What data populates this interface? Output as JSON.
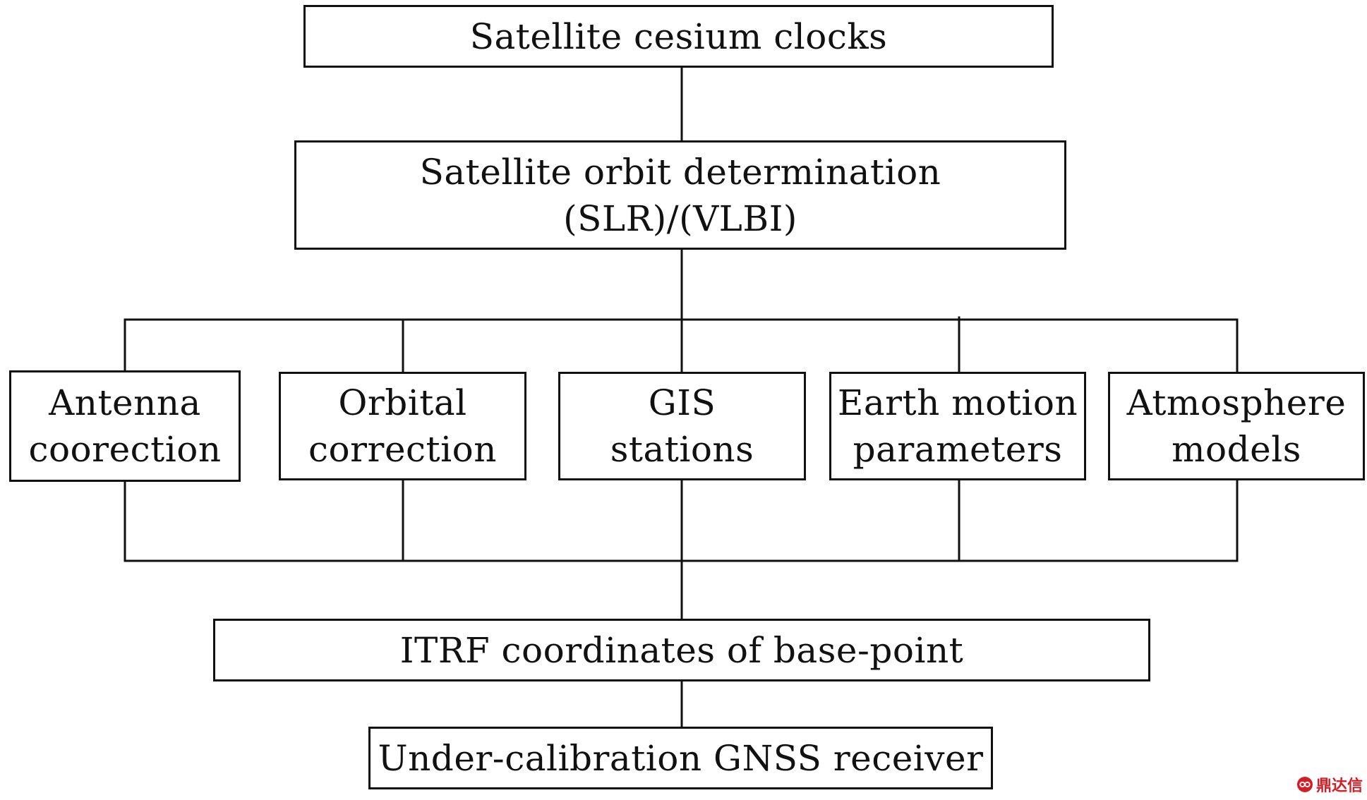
{
  "diagram": {
    "top_box": {
      "text": "Satellite cesium clocks"
    },
    "orbit_box": {
      "line1": "Satellite orbit determination",
      "line2": "(SLR)/(VLBI)"
    },
    "corrections": [
      {
        "line1": "Antenna",
        "line2": "coorection"
      },
      {
        "line1": "Orbital",
        "line2": "correction"
      },
      {
        "line1": "GIS",
        "line2": "stations"
      },
      {
        "line1": "Earth motion",
        "line2": "parameters"
      },
      {
        "line1": "Atmosphere",
        "line2": "models"
      }
    ],
    "itrf_box": {
      "text": "ITRF coordinates of base-point"
    },
    "gnss_box": {
      "text": "Under-calibration GNSS receiver"
    }
  },
  "watermark": {
    "text": "鼎达信",
    "color": "#d21f26"
  },
  "colors": {
    "line": "#111111",
    "background": "#ffffff"
  }
}
